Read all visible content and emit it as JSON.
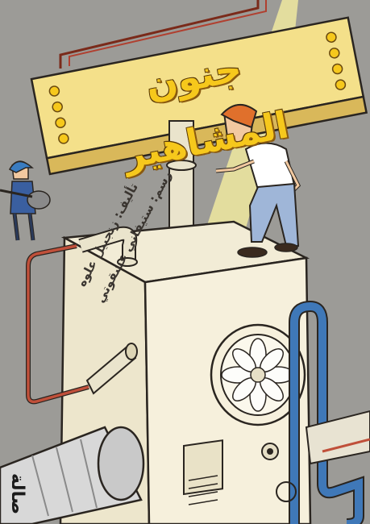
{
  "cover": {
    "title": "جنون المشاهير",
    "author_credit": "تأليف: زنجبيل علوه",
    "illustrator_credit": "رسم: ستيفاني عشقوتي",
    "publisher_logo_text": "صالة"
  },
  "colors": {
    "background": "#9c9b97",
    "sign": "#f4e08a",
    "sign_text": "#f6c81c",
    "machine": "#f2ecd6",
    "pipe_red": "#c0503a",
    "pipe_blue": "#3f78b8",
    "spotlight": "#fbf3a0"
  },
  "icons": [
    "spotlight",
    "boy-figure",
    "child-with-guitar",
    "fan-icon",
    "pipes",
    "vent"
  ]
}
